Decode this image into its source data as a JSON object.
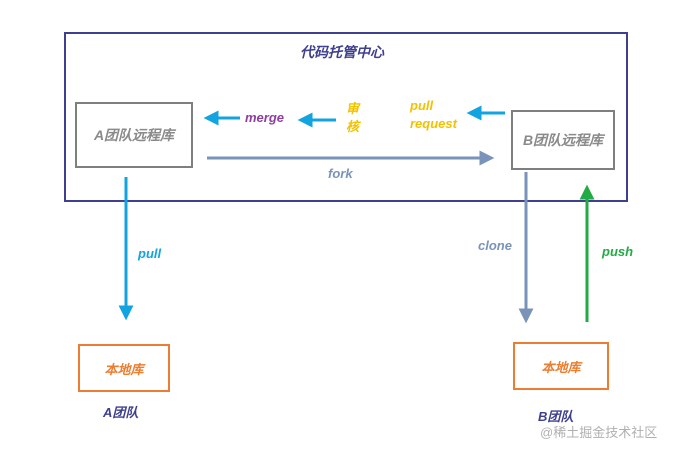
{
  "center": {
    "title": "代码托管中心"
  },
  "boxes": {
    "team_a_remote": "A团队远程库",
    "team_b_remote": "B团队远程库",
    "team_a_local": "本地库",
    "team_b_local": "本地库"
  },
  "labels": {
    "merge": "merge",
    "review_line1": "审",
    "review_line2": "核",
    "pull_request_line1": "pull",
    "pull_request_line2": "request",
    "fork": "fork",
    "pull": "pull",
    "clone": "clone",
    "push": "push"
  },
  "teams": {
    "a": "A团队",
    "b": "B团队"
  },
  "watermark": "@稀土掘金技术社区",
  "colors": {
    "frame": "#3f3f8f",
    "cyan": "#12a4e0",
    "purple": "#8f3d9f",
    "yellow": "#f2c200",
    "steel": "#7a93b8",
    "green": "#22aa44",
    "orange": "#ed7d31",
    "gray": "#7f7f7f",
    "team_text": "#3f3f8f"
  }
}
